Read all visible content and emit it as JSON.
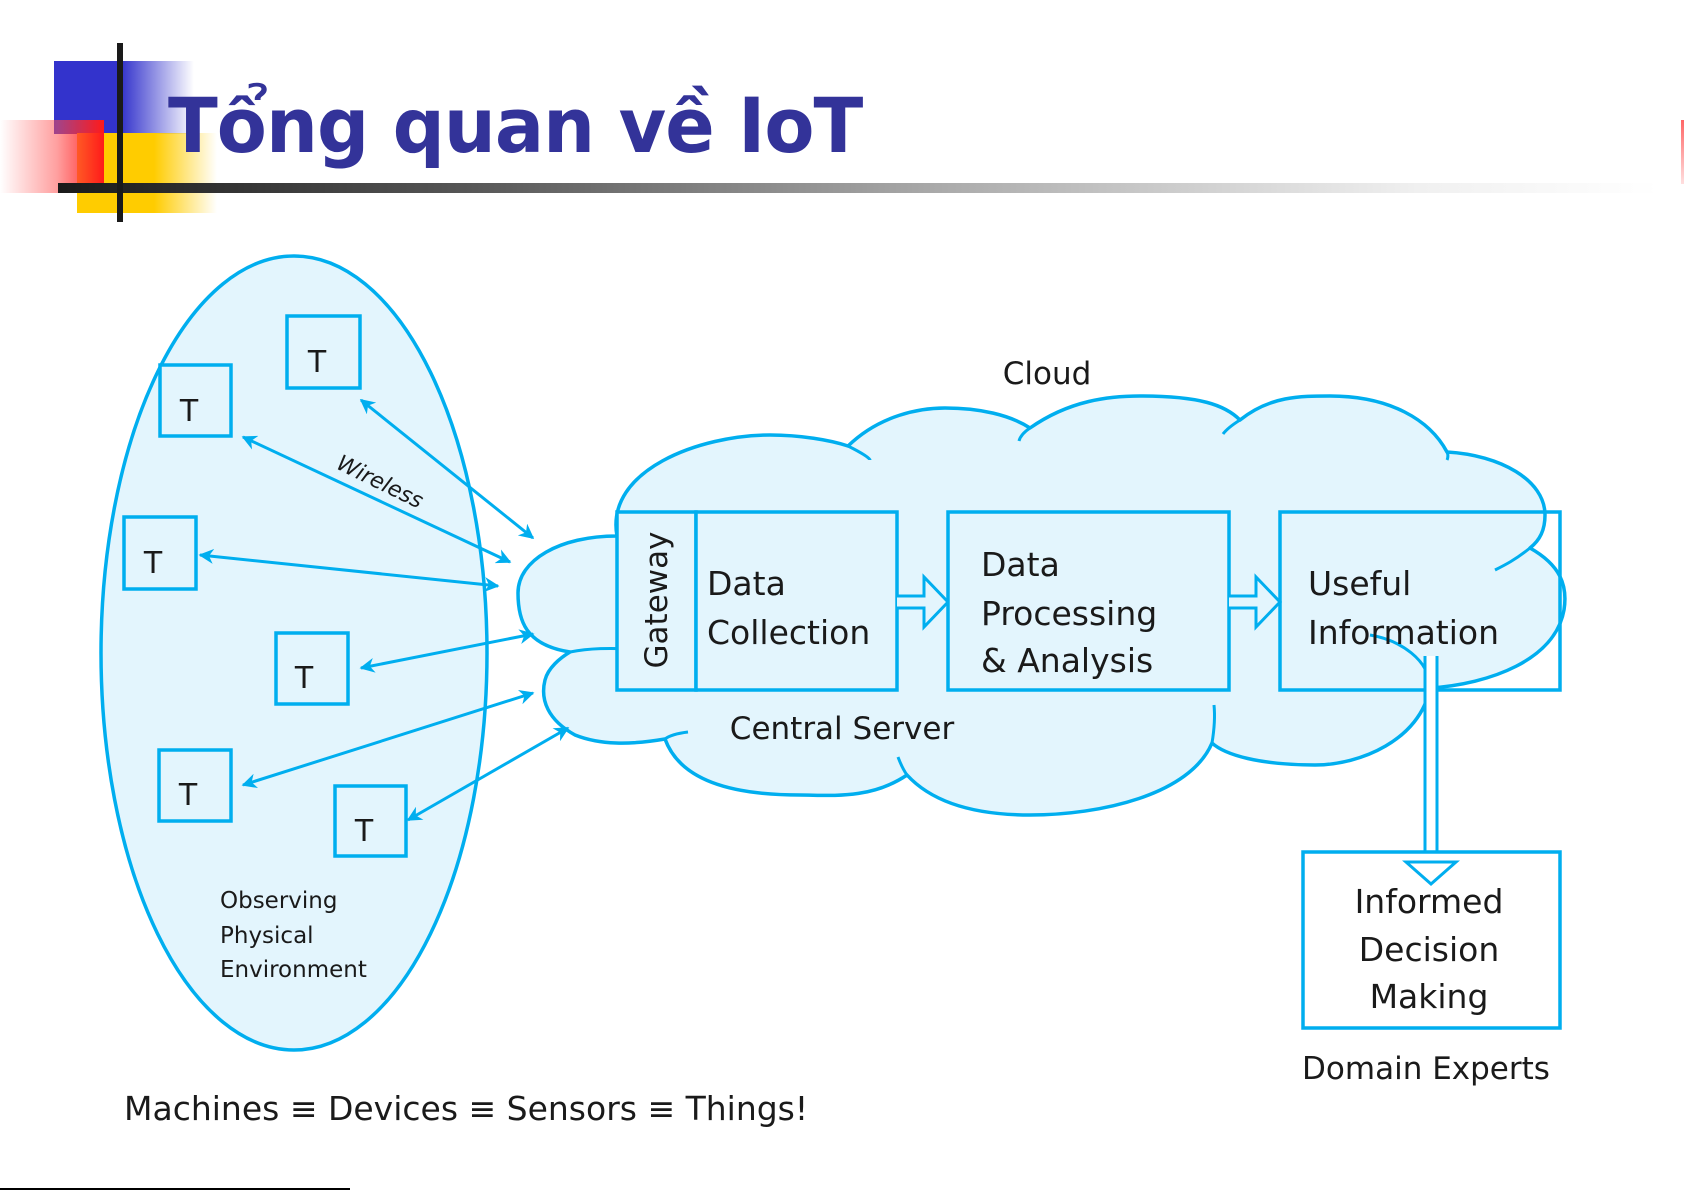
{
  "slide": {
    "title": "Tổng quan về IoT"
  },
  "diagram": {
    "colors": {
      "stroke": "#00aeef",
      "fill": "#e3f5fd",
      "title": "#333399",
      "text": "#1a1a1a"
    },
    "environment": {
      "things": [
        "T",
        "T",
        "T",
        "T",
        "T",
        "T"
      ],
      "wireless_label": "Wireless",
      "caption_lines": [
        "Observing",
        "Physical",
        "Environment"
      ]
    },
    "cloud": {
      "label": "Cloud",
      "central_server_label": "Central Server",
      "gateway_label": "Gateway",
      "stages": [
        {
          "lines": [
            "Data",
            "Collection"
          ]
        },
        {
          "lines": [
            "Data",
            "Processing",
            "& Analysis"
          ]
        },
        {
          "lines": [
            "Useful",
            "Information"
          ]
        }
      ]
    },
    "decision": {
      "lines": [
        "Informed",
        "Decision",
        "Making"
      ],
      "caption": "Domain Experts"
    },
    "equivalence_note": "Machines ≡ Devices ≡ Sensors ≡ Things!"
  }
}
